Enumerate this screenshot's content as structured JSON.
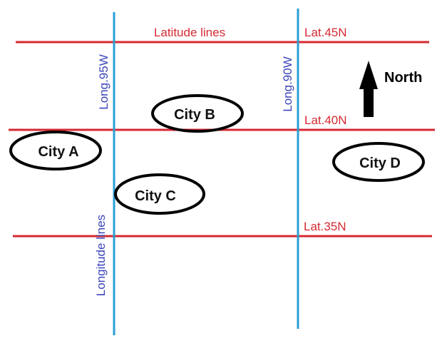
{
  "colors": {
    "latitude_line": "#d42a32",
    "longitude_line": "#2a9fd6",
    "latitude_label": "#d42a32",
    "longitude_label": "#3a44b8",
    "city_outline": "#000000",
    "arrow": "#000000"
  },
  "headings": {
    "latitude": "Latitude lines",
    "longitude": "Longitude lines"
  },
  "latitudes": [
    {
      "label": "Lat.45N"
    },
    {
      "label": "Lat.40N"
    },
    {
      "label": "Lat.35N"
    }
  ],
  "longitudes": [
    {
      "label": "Long.95W"
    },
    {
      "label": "Long.90W"
    }
  ],
  "cities": [
    {
      "label": "City A"
    },
    {
      "label": "City B"
    },
    {
      "label": "City C"
    },
    {
      "label": "City D"
    }
  ],
  "compass": {
    "label": "North",
    "icon": "north-arrow-icon"
  }
}
